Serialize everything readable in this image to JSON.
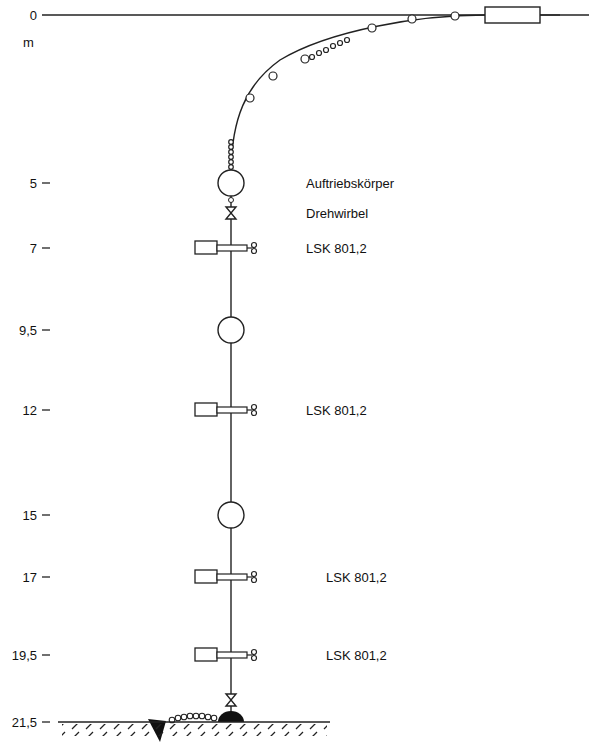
{
  "diagram": {
    "labels": [
      "0",
      "m",
      "5",
      "7",
      "9,5",
      "12",
      "15",
      "17",
      "19,5",
      "21,5",
      "Auftriebskörper",
      "Drehwirbel",
      "LSK 801,2",
      "LSK 801,2",
      "LSK 801,2",
      "LSK 801,2"
    ]
  }
}
